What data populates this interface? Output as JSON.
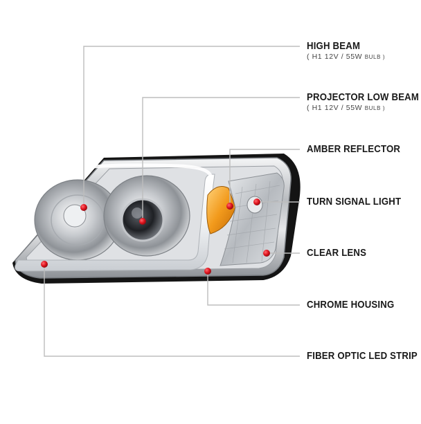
{
  "callouts": {
    "high_beam": {
      "title": "HIGH BEAM",
      "spec": "( H1  12V / 55W",
      "bulb": "BULB )"
    },
    "projector_low_beam": {
      "title": "PROJECTOR LOW BEAM",
      "spec": "( H1  12V / 55W",
      "bulb": "BULB )"
    },
    "amber_reflector": {
      "title": "AMBER REFLECTOR"
    },
    "turn_signal_light": {
      "title": "TURN SIGNAL LIGHT"
    },
    "clear_lens": {
      "title": "CLEAR LENS"
    },
    "chrome_housing": {
      "title": "CHROME HOUSING"
    },
    "fiber_optic_led_strip": {
      "title": "FIBER OPTIC LED STRIP"
    }
  },
  "colors": {
    "leader_line": "#bdbdbd",
    "marker": "#e0141e",
    "chrome": "#c9ccd0",
    "amber": "#f29a1c"
  }
}
